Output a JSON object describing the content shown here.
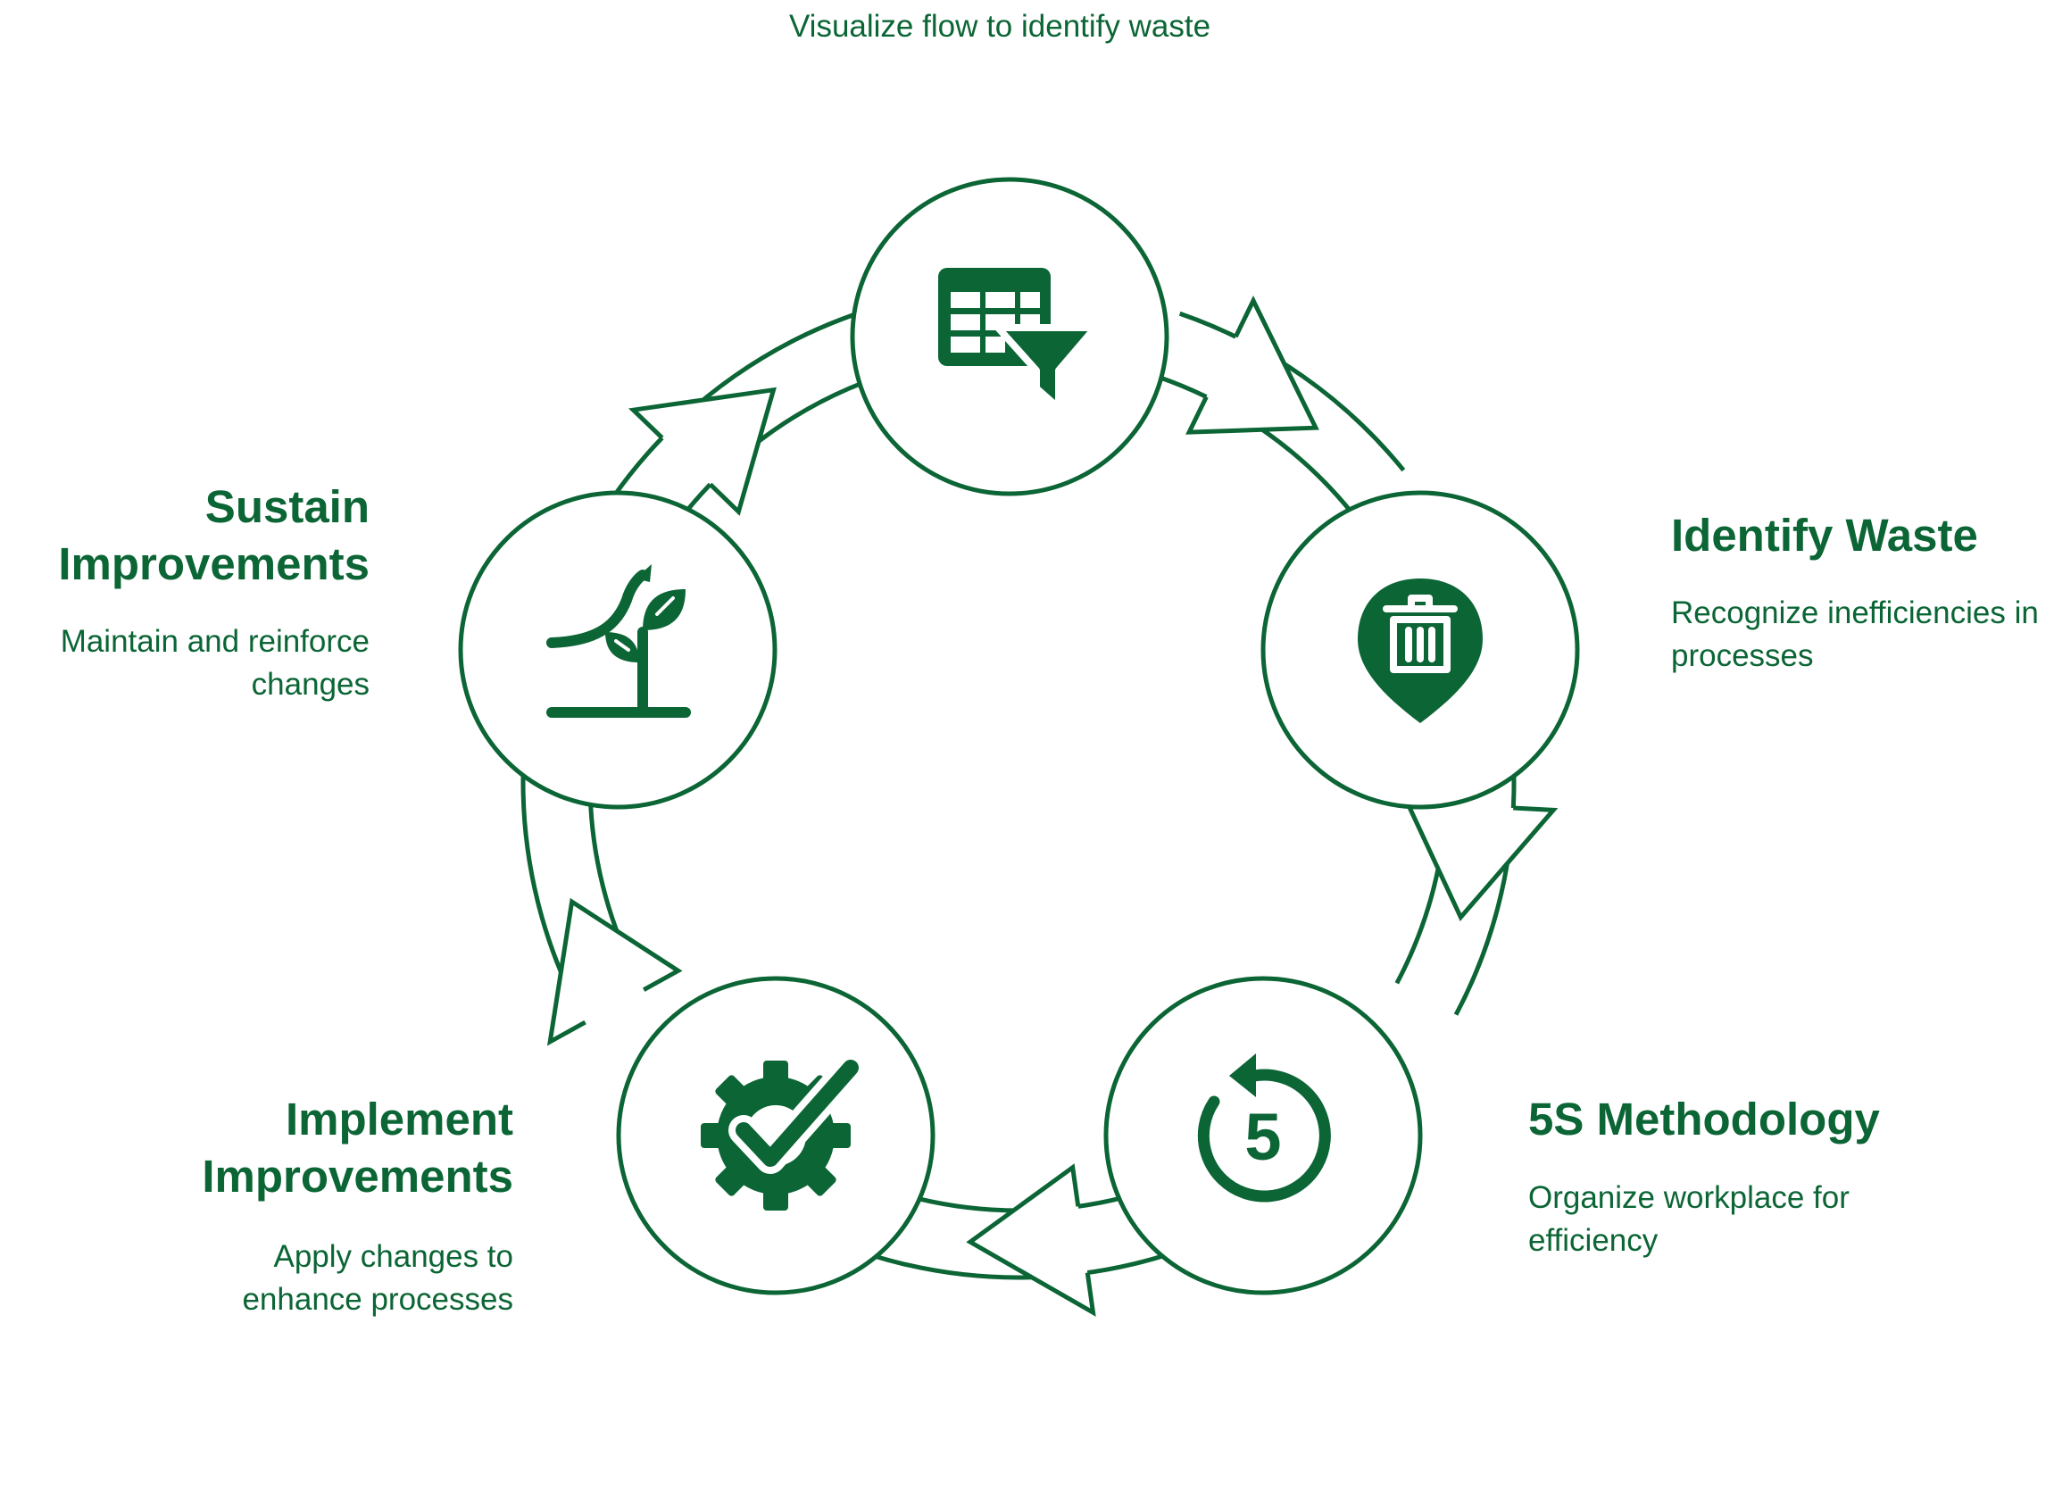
{
  "colors": {
    "primary": "#0b6535",
    "background": "#ffffff"
  },
  "stages": [
    {
      "title": "",
      "description": "Visualize flow to identify waste",
      "icon": "table-filter-icon"
    },
    {
      "title": "Identify Waste",
      "description": "Recognize inefficiencies in processes",
      "icon": "trash-pin-icon"
    },
    {
      "title": "5S Methodology",
      "description": "Organize workplace for efficiency",
      "icon": "cycle-five-icon"
    },
    {
      "title": "Implement Improvements",
      "description": "Apply changes to enhance processes",
      "icon": "gear-check-icon"
    },
    {
      "title": "Sustain Improvements",
      "description": "Maintain and reinforce changes",
      "icon": "growth-plant-icon"
    }
  ]
}
